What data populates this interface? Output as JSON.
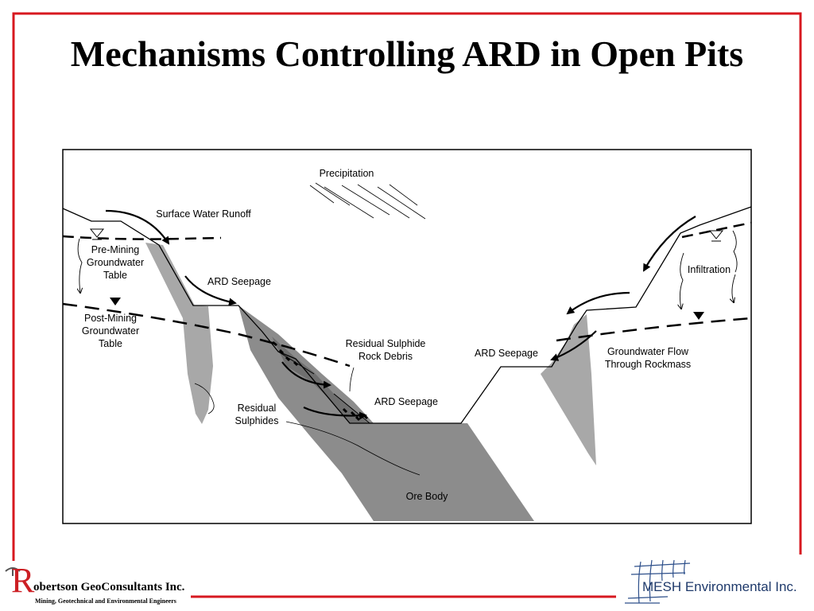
{
  "slide": {
    "title": "Mechanisms Controlling ARD in Open Pits",
    "accent_color": "#d71920"
  },
  "diagram": {
    "labels": {
      "precipitation": "Precipitation",
      "surface_runoff": "Surface Water Runoff",
      "pre_mining_1": "Pre-Mining",
      "pre_mining_2": "Groundwater",
      "pre_mining_3": "Table",
      "post_mining_1": "Post-Mining",
      "post_mining_2": "Groundwater",
      "post_mining_3": "Table",
      "ard_seepage_upper": "ARD Seepage",
      "ard_seepage_lower": "ARD Seepage",
      "ard_seepage_right": "ARD Seepage",
      "residual_debris_1": "Residual Sulphide",
      "residual_debris_2": "Rock Debris",
      "residual_sulphides_1": "Residual",
      "residual_sulphides_2": "Sulphides",
      "ore_body": "Ore Body",
      "infiltration": "Infiltration",
      "gw_flow_1": "Groundwater Flow",
      "gw_flow_2": "Through Rockmass"
    },
    "colors": {
      "ore_body": "#8c8c8c",
      "residual_sulphides": "#a8a8a8",
      "outline": "#000000"
    }
  },
  "footer": {
    "left_logo": {
      "initial": "R",
      "name": "obertson GeoConsultants Inc.",
      "tagline": "Mining, Geotechnical and Environmental Engineers"
    },
    "right_logo": {
      "name": "MESH Environmental Inc."
    }
  }
}
